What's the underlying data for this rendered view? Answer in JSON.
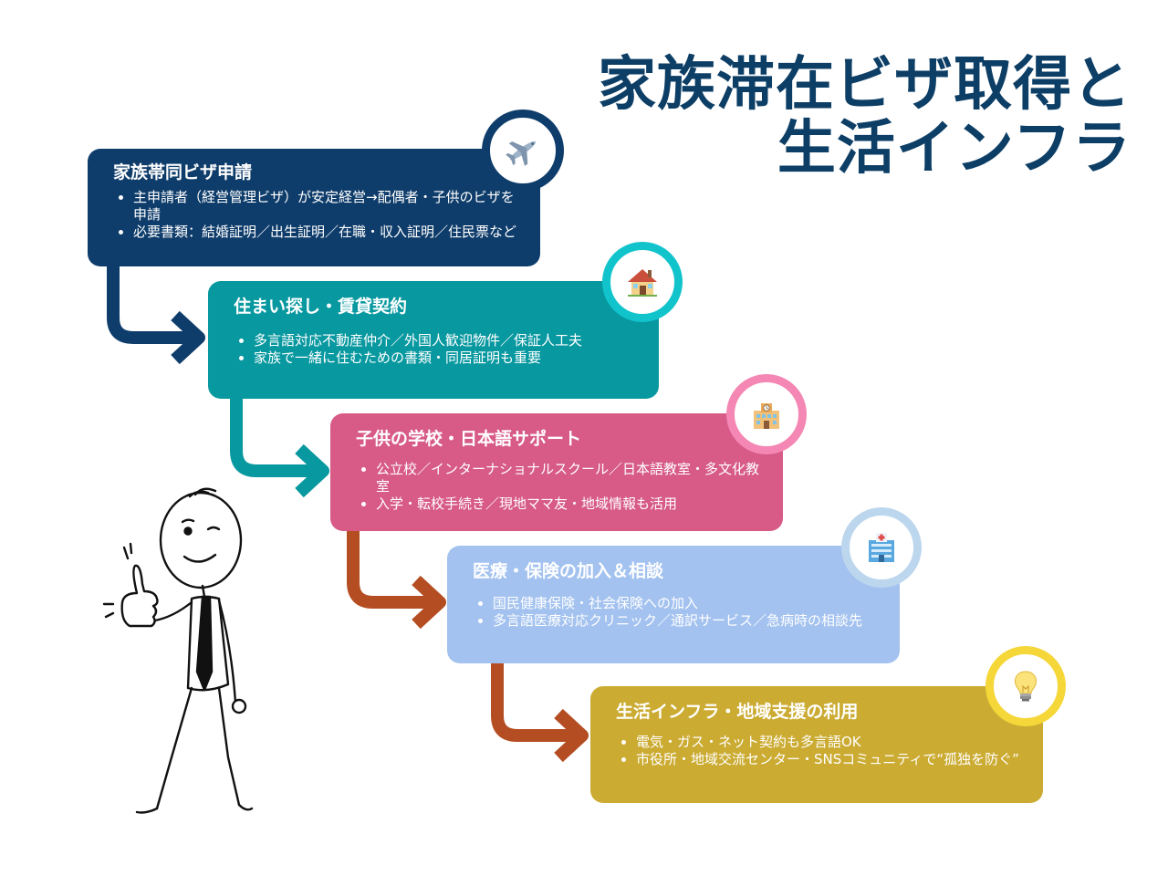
{
  "title": {
    "line1": "家族滞在ビザ取得と",
    "line2": "生活インフラ"
  },
  "colors": {
    "title": "#0c3e66",
    "step1": "#0f3d6b",
    "step2": "#0898a0",
    "step3": "#d75a87",
    "step4": "#a3c2ef",
    "step5": "#cbab32",
    "arrow1": "#0f3d6b",
    "arrow2": "#0898a0",
    "arrow3": "#b44d22",
    "arrow4": "#b44d22"
  },
  "steps": [
    {
      "heading": "家族帯同ビザ申請",
      "icon": "airplane-icon",
      "bullets": [
        "主申請者（経営管理ビザ）が安定経営→配偶者・子供のビザを申請",
        "必要書類：結婚証明／出生証明／在職・収入証明／住民票など"
      ]
    },
    {
      "heading": "住まい探し・賃貸契約",
      "icon": "house-icon",
      "bullets": [
        "多言語対応不動産仲介／外国人歓迎物件／保証人工夫",
        "家族で一緒に住むための書類・同居証明も重要"
      ]
    },
    {
      "heading": "子供の学校・日本語サポート",
      "icon": "school-icon",
      "bullets": [
        "公立校／インターナショナルスクール／日本語教室・多文化教室",
        "入学・転校手続き／現地ママ友・地域情報も活用"
      ]
    },
    {
      "heading": "医療・保険の加入＆相談",
      "icon": "hospital-icon",
      "bullets": [
        "国民健康保険・社会保険への加入",
        "多言語医療対応クリニック／通訳サービス／急病時の相談先"
      ]
    },
    {
      "heading": "生活インフラ・地域支援の利用",
      "icon": "lightbulb-icon",
      "bullets": [
        "電気・ガス・ネット契約も多言語OK",
        "市役所・地域交流センター・SNSコミュニティで“孤独を防ぐ”"
      ]
    }
  ]
}
